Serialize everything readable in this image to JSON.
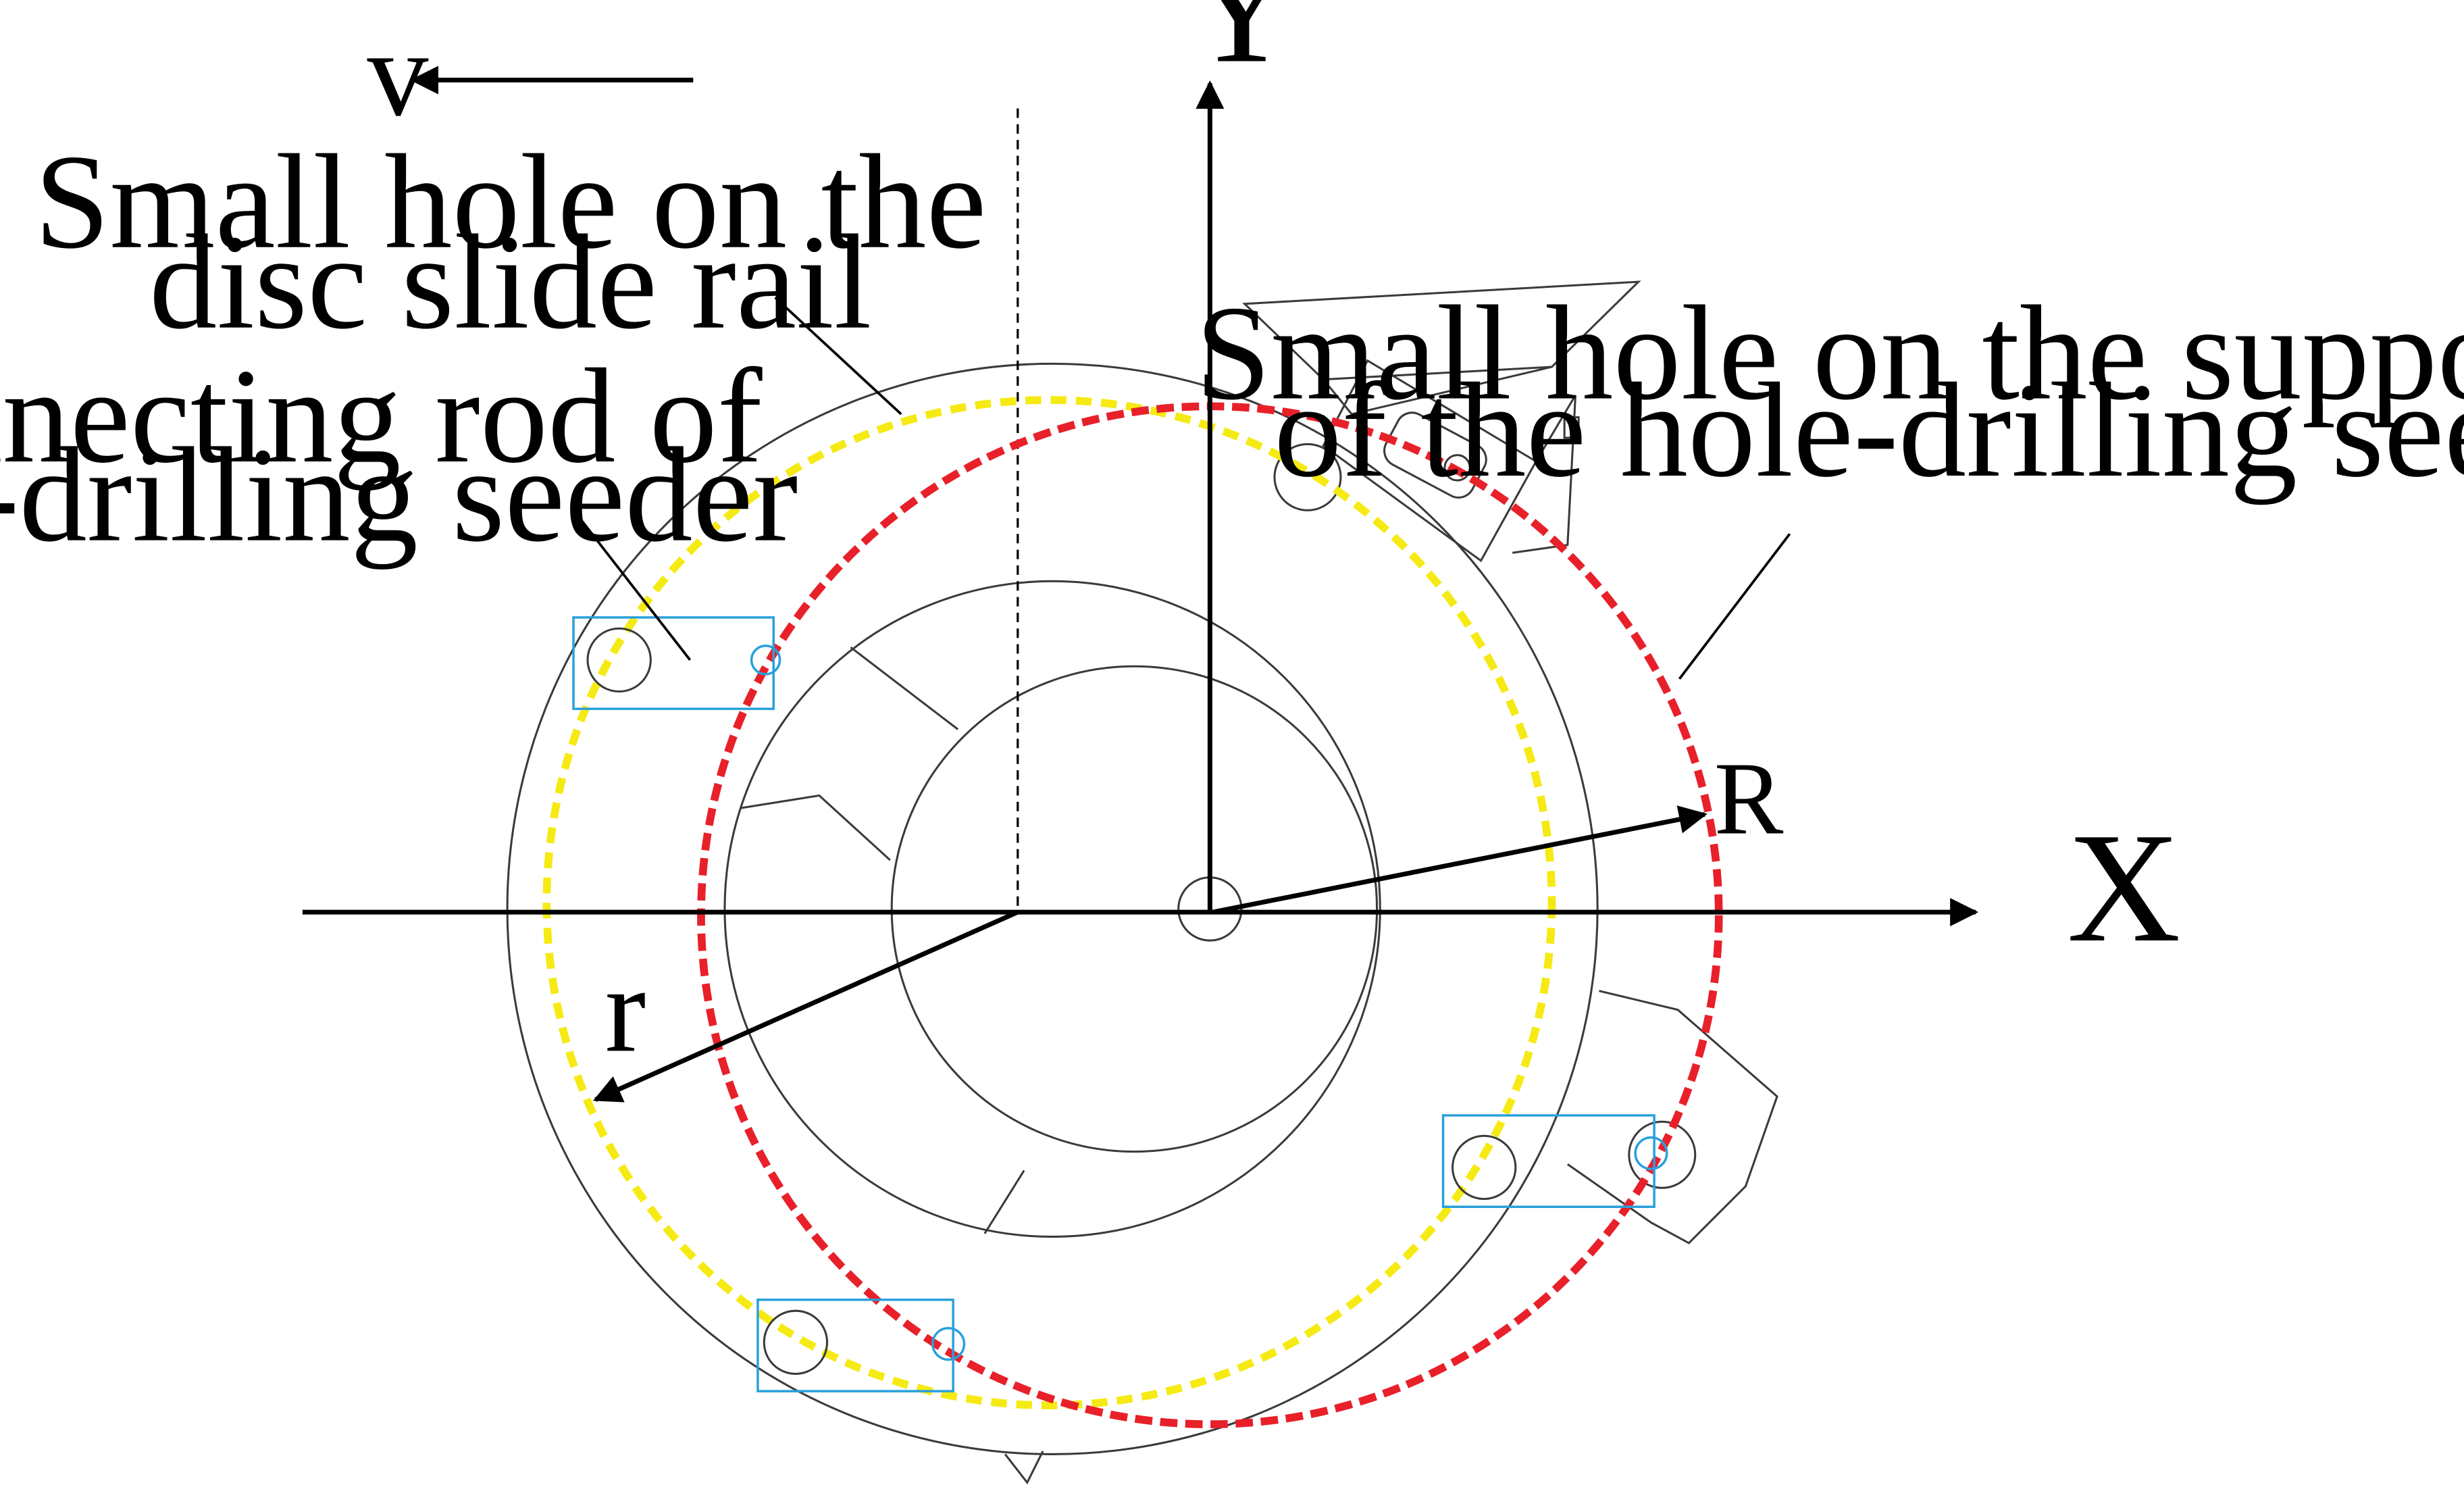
{
  "labels": {
    "v": "v",
    "y_axis": "Y",
    "x_axis": "X",
    "radius_R": "R",
    "radius_r": "r",
    "disc_hole_line1": "Small hole on the",
    "disc_hole_line2": "disc slide rail",
    "rod_line1": "Connecting rod of",
    "rod_line2": "hole-drilling seeder",
    "plate_hole_line1": "Small hole on the support plate",
    "plate_hole_line2": "of the hole-drilling seeder"
  },
  "colors": {
    "ink": "#000000",
    "outline": "#3a3a3a",
    "slide_rail_path": "#f5ea14",
    "seeder_path": "#e8202a",
    "rod_box": "#2aa0dc"
  }
}
